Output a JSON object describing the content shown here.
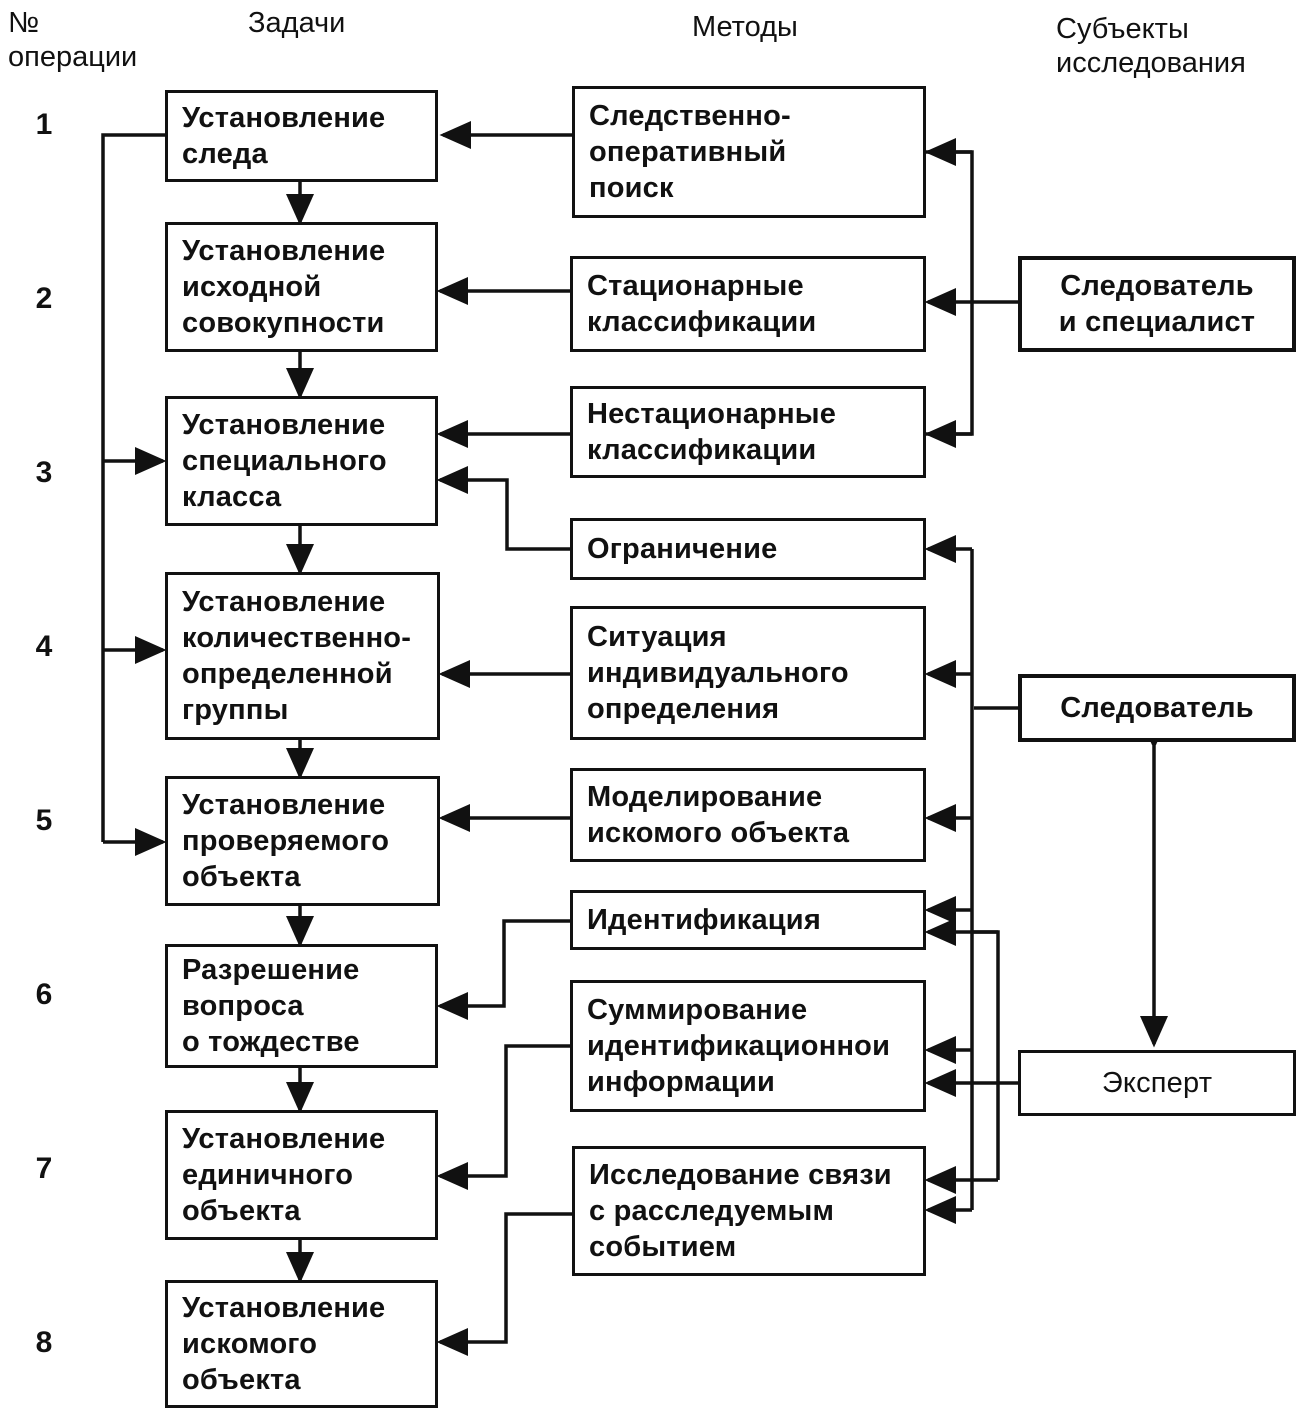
{
  "headers": {
    "op_number": "№\nоперации",
    "tasks": "Задачи",
    "methods": "Методы",
    "subjects": "Субъекты\nисследования"
  },
  "operations": [
    "1",
    "2",
    "3",
    "4",
    "5",
    "6",
    "7",
    "8"
  ],
  "tasks": [
    "Установление\nследа",
    "Установление\nисходной\nсовокупности",
    "Установление\nспециального\nкласса",
    "Установление\nколичественно-\nопределенной\nгруппы",
    "Установление\nпроверяемого\nобъекта",
    "Разрешение\nвопроса\nо тождестве",
    "Установление\nединичного\nобъекта",
    "Установление\nискомого\nобъекта"
  ],
  "methods": [
    "Следственно-\nоперативный\nпоиск",
    "Стационарные\nклассификации",
    "Нестационарные\nклассификации",
    "Ограничение",
    "Ситуация\nиндивидуального\nопределения",
    "Моделирование\nискомого объекта",
    "Идентификация",
    "Суммирование\nидентификационнои\nинформации",
    "Исследование связи\nс расследуемым\nсобытием"
  ],
  "subjects": {
    "investigator_specialist": "Следователь\nи специалист",
    "investigator": "Следователь",
    "expert": "Эксперт"
  }
}
